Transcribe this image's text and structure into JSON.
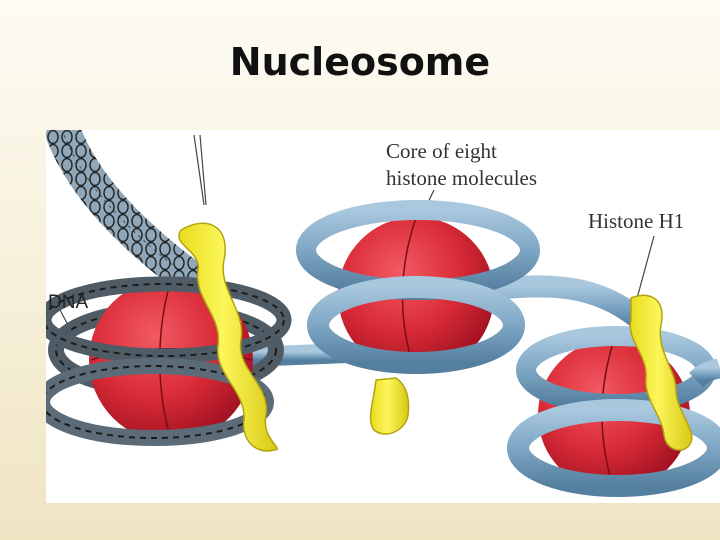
{
  "title": "Nucleosome",
  "labels": {
    "core_line1": "Core of eight",
    "core_line2": "histone molecules",
    "histone_h1": "Histone H1",
    "dna": "DNA"
  },
  "colors": {
    "histone_core": "#d92b37",
    "histone_core_dark": "#a8121f",
    "dna_strand": "#7ea6c4",
    "dna_strand_dark": "#4a7394",
    "histone_h1": "#f4ec33",
    "background_top": "#fdfbf3",
    "background_bottom": "#efe4c2"
  }
}
